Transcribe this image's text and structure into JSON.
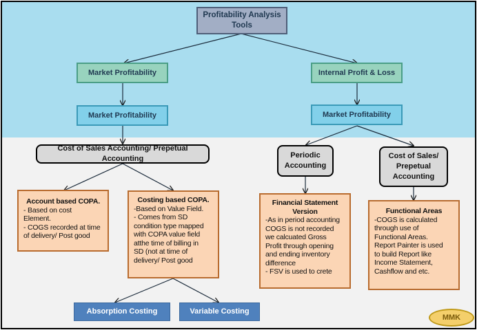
{
  "diagram": {
    "root": "Profitability Analysis Tools",
    "left_branch": {
      "level1": "Market Profitability",
      "level2": "Market Profitability",
      "accounting": "Cost of Sales Accounting/ Prepetual Accounting",
      "account_based": {
        "title": "Account  based COPA.",
        "lines": [
          "- Based on cost",
          "Element.",
          "- COGS recorded at time",
          "of delivery/ Post good"
        ]
      },
      "costing_based": {
        "title": "Costing  based COPA.",
        "lines": [
          "-Based on Value Field.",
          "- Comes from SD",
          "condition type mapped",
          "with COPA value field",
          "atthe time of billing in",
          "SD (not at time of",
          "delivery/ Post good"
        ]
      },
      "absorption": "Absorption  Costing",
      "variable": "Variable Costing"
    },
    "right_branch": {
      "level1": "Internal Profit & Loss",
      "level2": "Market Profitability",
      "periodic": "Periodic Accounting",
      "cost_of_sales": "Cost of Sales/ Prepetual Accounting",
      "fsv": {
        "title": "Financial Statement Version",
        "lines": [
          "-As in period accounting",
          "COGS is not recorded",
          "we calcuated Gross",
          "Profit through opening",
          "and ending inventory",
          "difference",
          "- FSV is used to crete"
        ]
      },
      "functional": {
        "title": "Functional Areas",
        "lines": [
          "-COGS is calculated",
          "through use of",
          "Functional Areas.",
          "Report Painter is used",
          "to build Report like",
          "Income Statement,",
          "Cashflow and etc."
        ]
      }
    },
    "signature": "MMK"
  }
}
